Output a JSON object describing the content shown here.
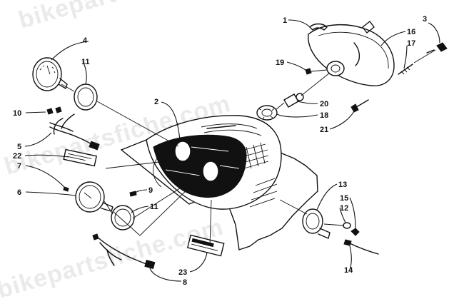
{
  "watermark": "bikepartsfiche.com",
  "callouts": [
    {
      "id": "1",
      "label": "1"
    },
    {
      "id": "2",
      "label": "2"
    },
    {
      "id": "3",
      "label": "3"
    },
    {
      "id": "4",
      "label": "4"
    },
    {
      "id": "5",
      "label": "5"
    },
    {
      "id": "6",
      "label": "6"
    },
    {
      "id": "7",
      "label": "7"
    },
    {
      "id": "8",
      "label": "8"
    },
    {
      "id": "9",
      "label": "9"
    },
    {
      "id": "10",
      "label": "10"
    },
    {
      "id": "11a",
      "label": "11"
    },
    {
      "id": "11b",
      "label": "11"
    },
    {
      "id": "12",
      "label": "12"
    },
    {
      "id": "13",
      "label": "13"
    },
    {
      "id": "14",
      "label": "14"
    },
    {
      "id": "15",
      "label": "15"
    },
    {
      "id": "16",
      "label": "16"
    },
    {
      "id": "17",
      "label": "17"
    },
    {
      "id": "18",
      "label": "18"
    },
    {
      "id": "19",
      "label": "19"
    },
    {
      "id": "20",
      "label": "20"
    },
    {
      "id": "21",
      "label": "21"
    },
    {
      "id": "22",
      "label": "22"
    },
    {
      "id": "23",
      "label": "23"
    }
  ]
}
